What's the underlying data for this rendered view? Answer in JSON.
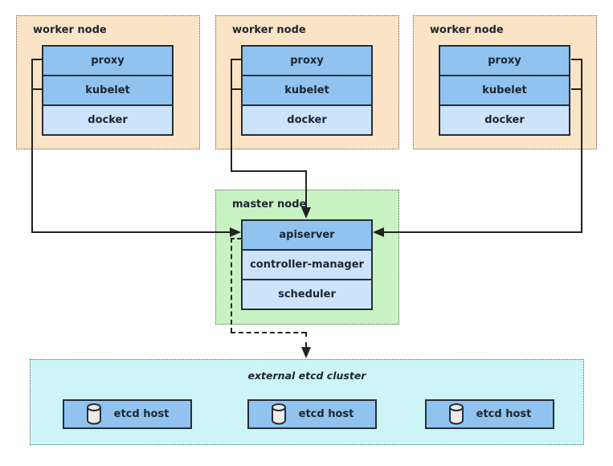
{
  "workers": [
    {
      "label": "worker node",
      "components": [
        "proxy",
        "kubelet",
        "docker"
      ]
    },
    {
      "label": "worker node",
      "components": [
        "proxy",
        "kubelet",
        "docker"
      ]
    },
    {
      "label": "worker node",
      "components": [
        "proxy",
        "kubelet",
        "docker"
      ]
    }
  ],
  "master": {
    "label": "master node",
    "components": [
      "apiserver",
      "controller-manager",
      "scheduler"
    ]
  },
  "etcd_cluster": {
    "label": "external etcd cluster",
    "hosts": [
      {
        "icon": "database-icon",
        "label": "etcd host"
      },
      {
        "icon": "database-icon",
        "label": "etcd host"
      },
      {
        "icon": "database-icon",
        "label": "etcd host"
      }
    ]
  },
  "colors": {
    "worker_bg": "#fbe4c6",
    "master_bg": "#c9f2c3",
    "etcd_bg": "#cdf5f7",
    "component_blue": "#90c3ef",
    "component_light_blue": "#cbe3fb",
    "box_border": "#272d38",
    "connector": "#222222",
    "text": "#1d2531"
  }
}
